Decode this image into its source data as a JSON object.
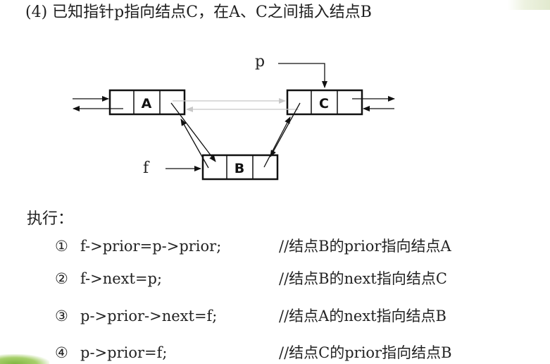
{
  "title": "(4) 已知指针p指向结点C，在A、C之间插入结点B",
  "diagram": {
    "nodes": [
      {
        "id": "A",
        "label": "A"
      },
      {
        "id": "B",
        "label": "B"
      },
      {
        "id": "C",
        "label": "C"
      }
    ],
    "pointers": {
      "p": "p",
      "f": "f"
    }
  },
  "exec_label": "执行：",
  "steps": [
    {
      "num": "①",
      "code": "f->prior=p->prior;",
      "comment": "//结点B的prior指向结点A"
    },
    {
      "num": "②",
      "code": "f->next=p;",
      "comment": "//结点B的next指向结点C"
    },
    {
      "num": "③",
      "code": "p->prior->next=f;",
      "comment": "//结点A的next指向结点B"
    },
    {
      "num": "④",
      "code": "p->prior=f;",
      "comment": "//结点C的prior指向结点B"
    }
  ]
}
